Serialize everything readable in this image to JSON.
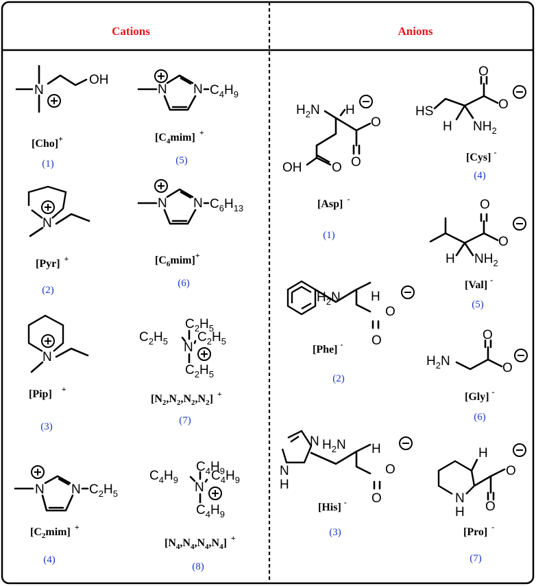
{
  "headers": {
    "cations": "Cations",
    "anions": "Anions"
  },
  "colors": {
    "header": "#e8141c",
    "number": "#1a35c9",
    "text": "#000000"
  },
  "cations": [
    {
      "name": "Cho",
      "charge": "+",
      "number": "(1)"
    },
    {
      "name": "Pyr",
      "charge": "+",
      "number": "(2)"
    },
    {
      "name": "Pip",
      "charge": "+",
      "number": "(3)"
    },
    {
      "name": "C2mim",
      "charge": "+",
      "number": "(4)"
    },
    {
      "name": "C4mim",
      "charge": "+",
      "number": "(5)"
    },
    {
      "name": "C6mim",
      "charge": "+",
      "number": "(6)"
    },
    {
      "name": "N2,N2,N2,N2",
      "charge": "+",
      "number": "(7)"
    },
    {
      "name": "N4,N4,N4,N4",
      "charge": "+",
      "number": "(8)"
    }
  ],
  "anions": [
    {
      "name": "Asp",
      "charge": "-",
      "number": "(1)"
    },
    {
      "name": "Phe",
      "charge": "-",
      "number": "(2)"
    },
    {
      "name": "His",
      "charge": "-",
      "number": "(3)"
    },
    {
      "name": "Cys",
      "charge": "-",
      "number": "(4)"
    },
    {
      "name": "Val",
      "charge": "-",
      "number": "(5)"
    },
    {
      "name": "Gly",
      "charge": "-",
      "number": "(6)"
    },
    {
      "name": "Pro",
      "charge": "-",
      "number": "(7)"
    }
  ],
  "atom_labels": {
    "oh": "OH",
    "n": "N",
    "o": "O",
    "h": "H",
    "hs": "HS",
    "nh": "N",
    "h2n": "H2N",
    "nh2": "NH2",
    "c2h5": "C2H5",
    "c4h9": "C4H9",
    "c6h13": "C6H13"
  }
}
